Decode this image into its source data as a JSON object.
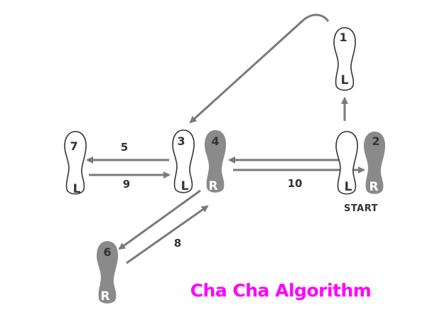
{
  "title": "Cha Cha Algorithm",
  "start_label": "START",
  "colors": {
    "title": "#ff00ff",
    "filled_foot": "#8a8a8a",
    "arrow": "#7a7a7a",
    "outline": "#333333"
  },
  "footprints": [
    {
      "step": "1",
      "side": "L",
      "style": "outline"
    },
    {
      "step": "2",
      "side": "R",
      "style": "filled"
    },
    {
      "step": "3",
      "side": "L",
      "style": "outline"
    },
    {
      "step": "4",
      "side": "R",
      "style": "filled"
    },
    {
      "step": "6",
      "side": "R",
      "style": "filled"
    },
    {
      "step": "7",
      "side": "L",
      "style": "outline"
    }
  ],
  "edge_labels": {
    "e5": "5",
    "e8": "8",
    "e9": "9",
    "e10": "10"
  }
}
